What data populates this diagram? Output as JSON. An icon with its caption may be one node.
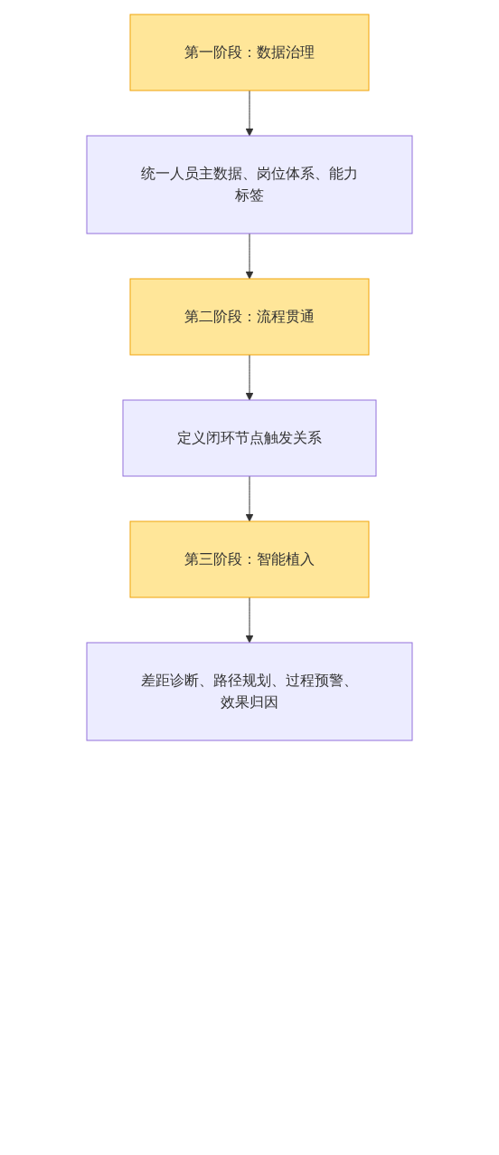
{
  "diagram": {
    "nodes": [
      {
        "text": [
          "第一阶段：数据治理"
        ]
      },
      {
        "text": [
          "统一人员主数据、岗位体系、能力标签"
        ]
      },
      {
        "text": [
          "第二阶段：流程贯通"
        ]
      },
      {
        "text": [
          "定义闭环节点触发关系"
        ]
      },
      {
        "text": [
          "第三阶段：智能植入"
        ]
      },
      {
        "text": [
          "差距诊断、路径规划、过程预警、效果归因"
        ]
      }
    ],
    "edges": [
      {
        "from": 0,
        "to": 1,
        "arrow": "to"
      },
      {
        "from": 1,
        "to": 2,
        "arrow": "to"
      },
      {
        "from": 2,
        "to": 3,
        "arrow": "to"
      },
      {
        "from": 3,
        "to": 4,
        "arrow": "to"
      },
      {
        "from": 4,
        "to": 5,
        "arrow": "to"
      }
    ]
  }
}
